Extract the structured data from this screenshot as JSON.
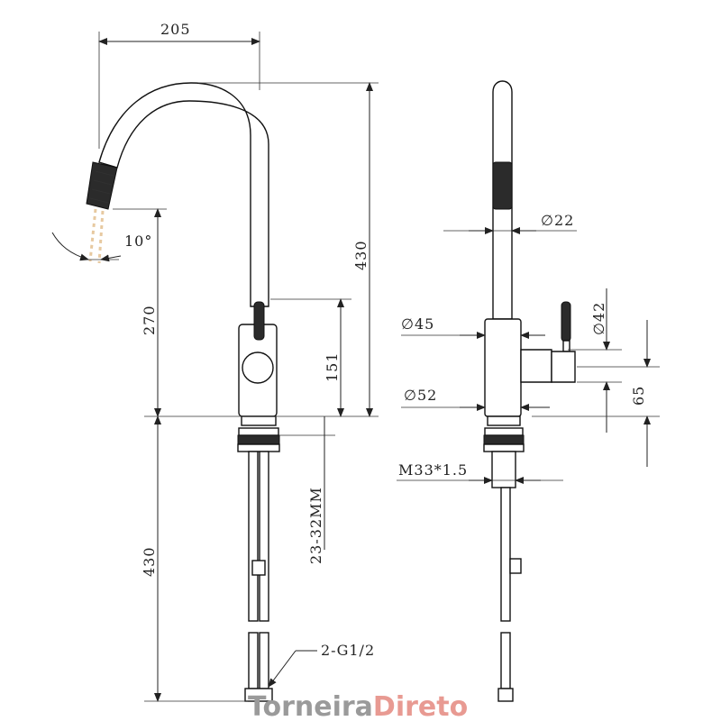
{
  "dimensions": {
    "width_205": "205",
    "height_430_top": "430",
    "height_270": "270",
    "height_151": "151",
    "angle_10": "10°",
    "height_430_bottom": "430",
    "thickness": "23-32MM",
    "pipes": "2-G1/2",
    "dia_22": "∅22",
    "dia_42": "∅42",
    "dia_45": "∅45",
    "dia_52": "∅52",
    "height_65": "65",
    "thread": "M33*1.5"
  },
  "watermark": {
    "part1": "Torneira",
    "part2": "Direto"
  },
  "colors": {
    "line": "#222222",
    "dark_part": "#2b2b2b",
    "watermark_gray": "#9a9a9a",
    "watermark_salmon": "#e89a92"
  }
}
